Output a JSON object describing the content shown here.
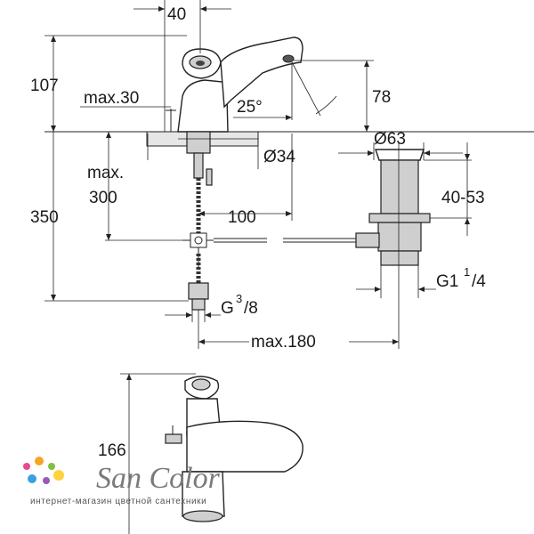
{
  "dimensions": {
    "top_width": "40",
    "height_107": "107",
    "max_30": "max.30",
    "angle": "25°",
    "height_78": "78",
    "dia_34": "Ø34",
    "dia_63": "Ø63",
    "max_300_line1": "max.",
    "max_300_line2": "300",
    "range_40_53": "40-53",
    "height_350": "350",
    "dist_100": "100",
    "thread_g1_main": "G1",
    "thread_g1_sup": "1",
    "thread_g1_sub": "/4",
    "thread_g38_main": "G",
    "thread_g38_sup": "3",
    "thread_g38_sub": "/8",
    "max_180": "max.180",
    "height_166": "166"
  },
  "watermark": {
    "brand": "San Color",
    "tagline": "интернет-магазин цветной сантехники",
    "dot_colors": [
      "#e84a8c",
      "#f4a623",
      "#7cc242",
      "#3aa0e0",
      "#9b59b6",
      "#ffd23f"
    ]
  }
}
